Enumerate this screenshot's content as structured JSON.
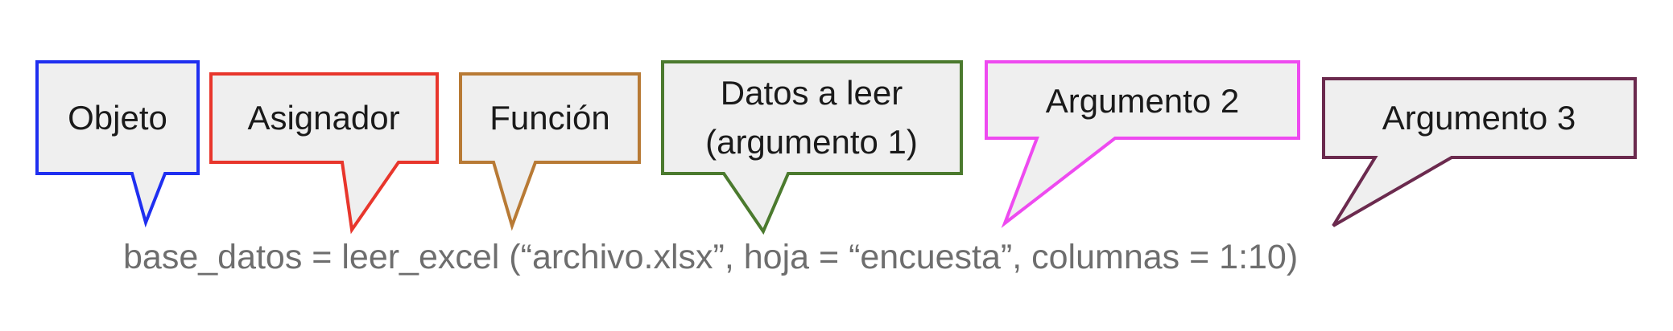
{
  "callouts": [
    {
      "id": "objeto",
      "lines": [
        "Objeto"
      ],
      "color": "#1f2ff0"
    },
    {
      "id": "asignador",
      "lines": [
        "Asignador"
      ],
      "color": "#e8362c"
    },
    {
      "id": "funcion",
      "lines": [
        "Función"
      ],
      "color": "#b87a35"
    },
    {
      "id": "argumento-1",
      "lines": [
        "Datos a leer",
        "(argumento 1)"
      ],
      "color": "#4b7a2e"
    },
    {
      "id": "argumento-2",
      "lines": [
        "Argumento 2"
      ],
      "color": "#ee4af0"
    },
    {
      "id": "argumento-3",
      "lines": [
        "Argumento 3"
      ],
      "color": "#6b2a4e"
    }
  ],
  "callout_fill": "#efefef",
  "code": {
    "text": "base_datos = leer_excel (“archivo.xlsx”, hoja = “encuesta”, columnas = 1:10)",
    "color": "#6e6e6e"
  }
}
